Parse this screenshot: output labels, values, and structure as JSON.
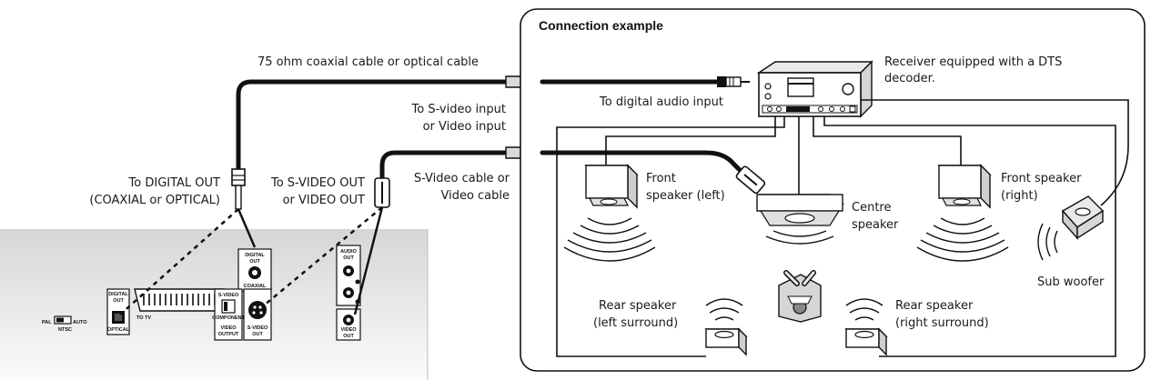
{
  "panel": {
    "title": "Connection example"
  },
  "labels": {
    "coaxial_cable": "75 ohm coaxial cable or optical cable",
    "to_digital_out_1": "To DIGITAL OUT",
    "to_digital_out_2": "(COAXIAL or OPTICAL)",
    "to_svideo_out_1": "To S-VIDEO OUT",
    "to_svideo_out_2": "or VIDEO OUT",
    "to_svideo_in_1": "To S-video input",
    "to_svideo_in_2": "or Video input",
    "svideo_cable_1": "S-Video cable or",
    "svideo_cable_2": "Video cable",
    "to_digital_audio_input": "To digital audio input",
    "receiver_1": "Receiver equipped with a DTS",
    "receiver_2": "decoder.",
    "front_left_1": "Front",
    "front_left_2": "speaker (left)",
    "centre_1": "Centre",
    "centre_2": "speaker",
    "front_right_1": "Front speaker",
    "front_right_2": "(right)",
    "sub_woofer": "Sub woofer",
    "rear_left_1": "Rear speaker",
    "rear_left_2": "(left surround)",
    "rear_right_1": "Rear speaker",
    "rear_right_2": "(right surround)"
  },
  "device": {
    "pal": "PAL",
    "ntsc": "NTSC",
    "auto": "AUTO",
    "digital_out_1": "DIGITAL",
    "digital_out_2": "OUT",
    "optical": "OPTICAL",
    "to_tv": "TO TV",
    "coaxial": "COAXIAL",
    "s_video": "S-VIDEO",
    "component": "COMPONENT",
    "video_output_1": "VIDEO",
    "video_output_2": "OUTPUT",
    "s_video_out_1": "S-VIDEO",
    "s_video_out_2": "OUT",
    "audio_out_1": "AUDIO",
    "audio_out_2": "OUT",
    "video_out_1": "VIDEO",
    "video_out_2": "OUT"
  },
  "colors": {
    "panel_gray": "#e3e3e3",
    "line": "#111111",
    "arrow_fill": "#d9d9d9"
  }
}
